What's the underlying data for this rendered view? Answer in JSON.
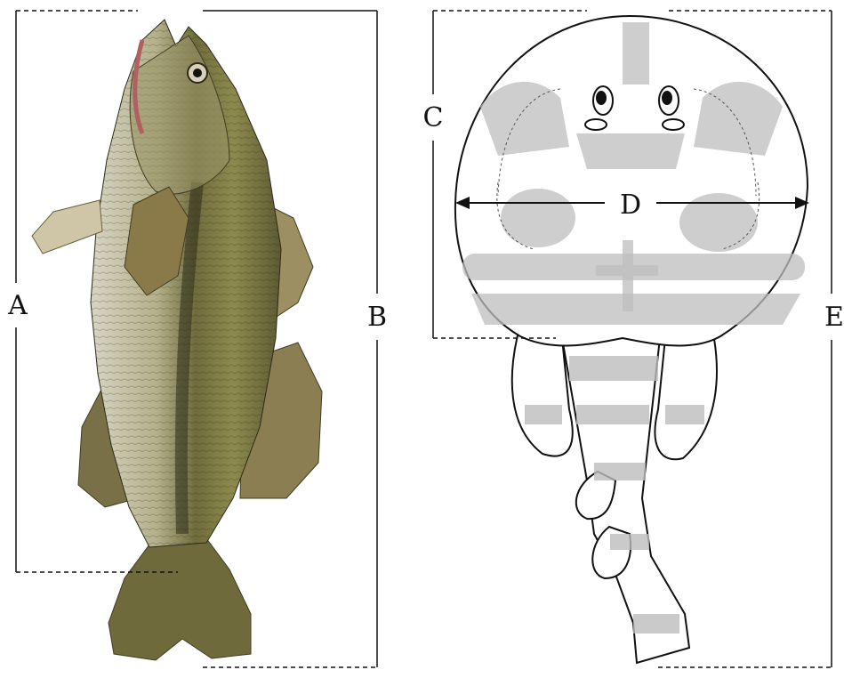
{
  "labels": {
    "a": "A",
    "b": "B",
    "c": "C",
    "d": "D",
    "e": "E"
  },
  "colors": {
    "line": "#111111",
    "bass_body": "#8c8a5a",
    "bass_dark": "#3f3e22",
    "bass_belly": "#d9d6c8",
    "bass_fin": "#8a7e52",
    "ray_shade": "#b8b8b8"
  }
}
